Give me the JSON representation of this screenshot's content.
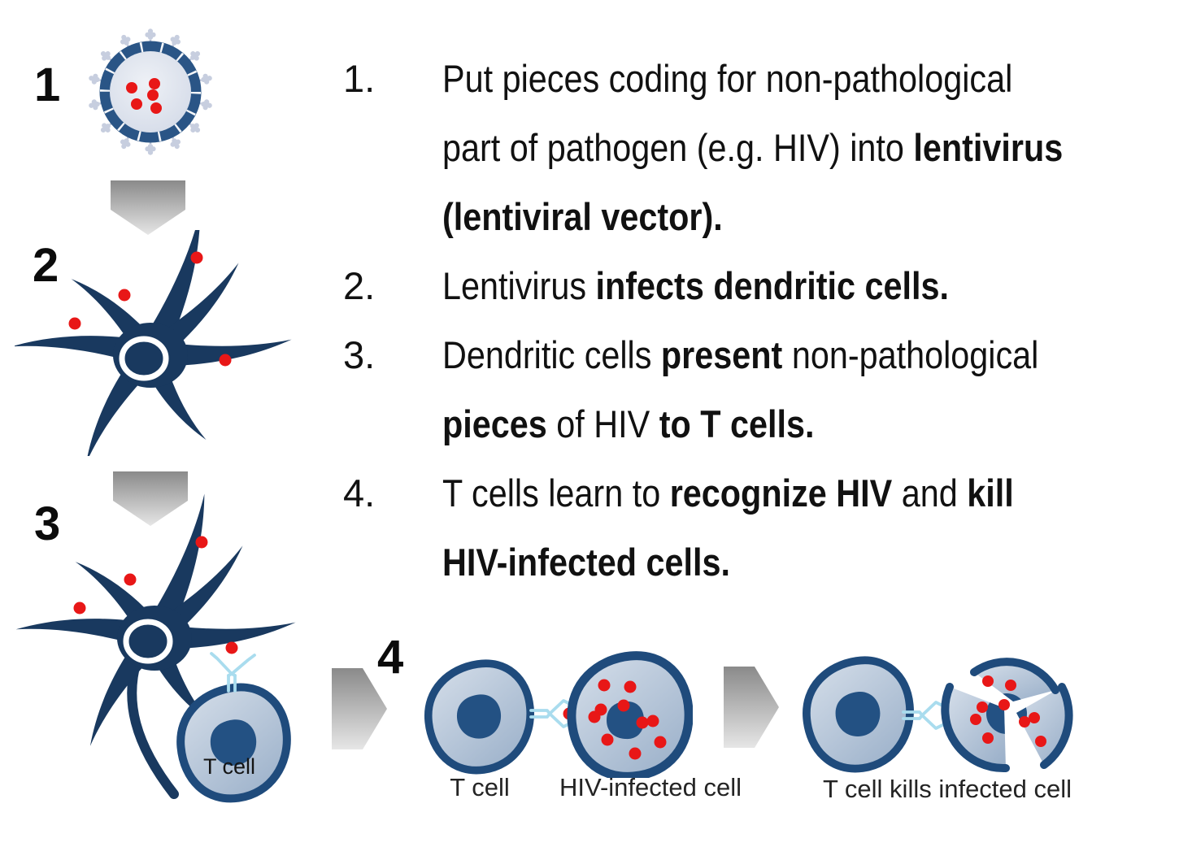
{
  "figure": {
    "type": "diagram",
    "topic": "Lentiviral vector vaccine mechanism against HIV"
  },
  "steps": {
    "markers": [
      "1",
      "2",
      "3",
      "4"
    ]
  },
  "list": {
    "rows": [
      {
        "num": "1.",
        "segments": [
          {
            "t": "Put pieces coding for non-pathological",
            "b": false
          }
        ]
      },
      {
        "num": "",
        "segments": [
          {
            "t": "part of pathogen (e.g. HIV) into ",
            "b": false
          },
          {
            "t": "lentivirus",
            "b": true
          }
        ]
      },
      {
        "num": "",
        "segments": [
          {
            "t": "(lentiviral vector).",
            "b": true
          }
        ]
      },
      {
        "num": "2.",
        "segments": [
          {
            "t": "Lentivirus ",
            "b": false
          },
          {
            "t": "infects dendritic cells.",
            "b": true
          }
        ]
      },
      {
        "num": "3.",
        "segments": [
          {
            "t": "Dendritic cells ",
            "b": false
          },
          {
            "t": "present",
            "b": true
          },
          {
            "t": " non-pathological",
            "b": false
          }
        ]
      },
      {
        "num": "",
        "segments": [
          {
            "t": "pieces",
            "b": true
          },
          {
            "t": " of HIV ",
            "b": false
          },
          {
            "t": "to T cells.",
            "b": true
          }
        ]
      },
      {
        "num": "4.",
        "segments": [
          {
            "t": "T cells learn to ",
            "b": false
          },
          {
            "t": "recognize HIV",
            "b": true
          },
          {
            "t": " and ",
            "b": false
          },
          {
            "t": "kill",
            "b": true
          }
        ]
      },
      {
        "num": "",
        "segments": [
          {
            "t": "HIV-infected cells.",
            "b": true
          }
        ]
      }
    ]
  },
  "labels": {
    "t_cell_step3": "T cell",
    "t_cell": "T cell",
    "hiv_infected_cell": "HIV-infected cell",
    "t_cell_kills": "T cell kills infected cell"
  },
  "icons": {
    "lentivirus": "lentivirus-particle-icon",
    "dendritic_cell": "dendritic-cell-icon",
    "t_cell": "t-cell-icon",
    "receptor": "tcr-receptor-icon",
    "antigen": "antigen-dot",
    "arrow_down": "down-arrow-icon",
    "arrow_right": "right-arrow-icon"
  },
  "colors": {
    "dendritic_navy": "#19395f",
    "cell_border_navy": "#1f4b7c",
    "nucleus_navy": "#235183",
    "virus_ring_blue": "#2a5586",
    "antigen_red": "#e81717",
    "receptor_blue": "#a9dcee",
    "arrow_gray_dark": "#8a8a8a",
    "arrow_gray_light": "#e6e6e6",
    "cell_fill_light": "#d3dde9",
    "cell_fill_shade": "#9cb1ca",
    "text_black": "#111111"
  }
}
